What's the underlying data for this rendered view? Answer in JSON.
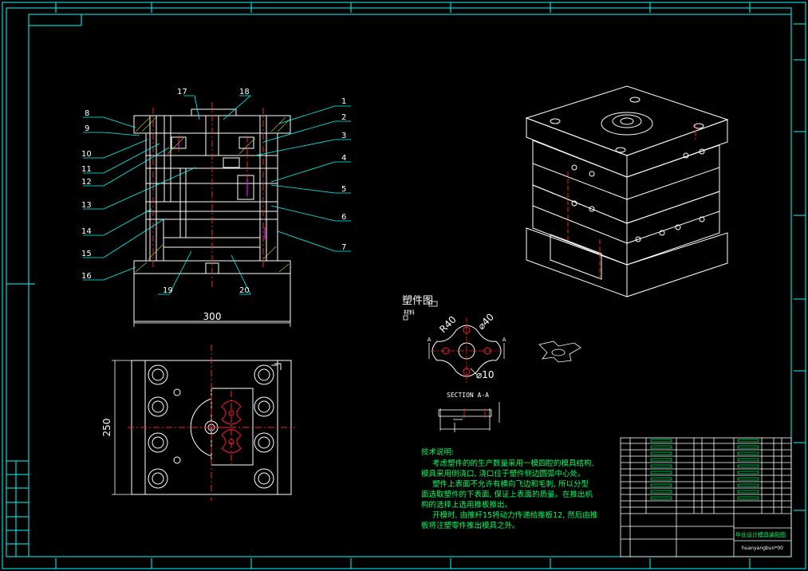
{
  "colors": {
    "background": "#000000",
    "border": "#00ffff",
    "outline": "#ffffff",
    "centerline": "#ff2222",
    "leader": "#00ffff",
    "notes": "#00ff66",
    "hatch": "#ffff00",
    "accent": "#ff00ff"
  },
  "part_labels": [
    "1",
    "2",
    "3",
    "4",
    "5",
    "6",
    "7",
    "8",
    "9",
    "10",
    "11",
    "12",
    "13",
    "14",
    "15",
    "16",
    "17",
    "18",
    "19",
    "20"
  ],
  "dimensions": {
    "width": "300",
    "height": "250",
    "r40": "R40",
    "d40": "⌀40",
    "d10": "⌀10"
  },
  "part_drawing": {
    "title": "塑件图",
    "material": "材料",
    "section_label": "SECTION A-A",
    "section_marks": [
      "A",
      "A"
    ]
  },
  "tech_notes": {
    "heading": "技术说明:",
    "lines": [
      "考虑塑件的的生产数量采用一模四腔的模具结构,",
      "模具采用侧浇口, 浇口位于塑件侧边圆弧中心处。",
      "塑件上表面不允许有横向飞边和毛刺, 所以分型",
      "面选取塑件的下表面, 保证上表面的质量。在推出机",
      "构的选择上选用推板推出。",
      "开模时, 由推杆15将动力传递给推板12, 然后由推",
      "板将注塑零件推出模具之外。"
    ]
  },
  "title_block": {
    "title": "毕业设计模具装配图",
    "code": "huanyangbun*00"
  }
}
